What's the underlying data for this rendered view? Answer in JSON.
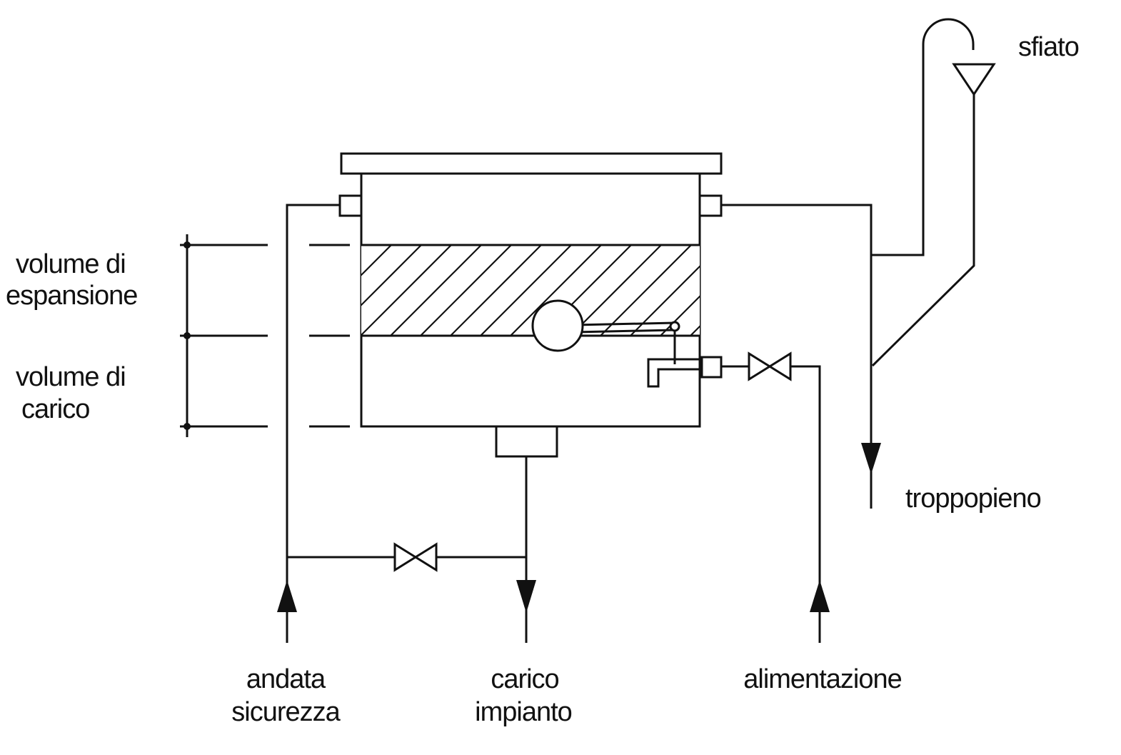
{
  "labels": {
    "sfiato": "sfiato",
    "troppopieno": "troppopieno",
    "volume_espansione_1": "volume di",
    "volume_espansione_2": "espansione",
    "volume_carico_1": "volume di",
    "volume_carico_2": "carico",
    "andata_sicurezza_1": "andata",
    "andata_sicurezza_2": "sicurezza",
    "carico_impianto_1": "carico",
    "carico_impianto_2": "impianto",
    "alimentazione": "alimentazione"
  },
  "colors": {
    "line": "#111111",
    "background": "#ffffff"
  }
}
